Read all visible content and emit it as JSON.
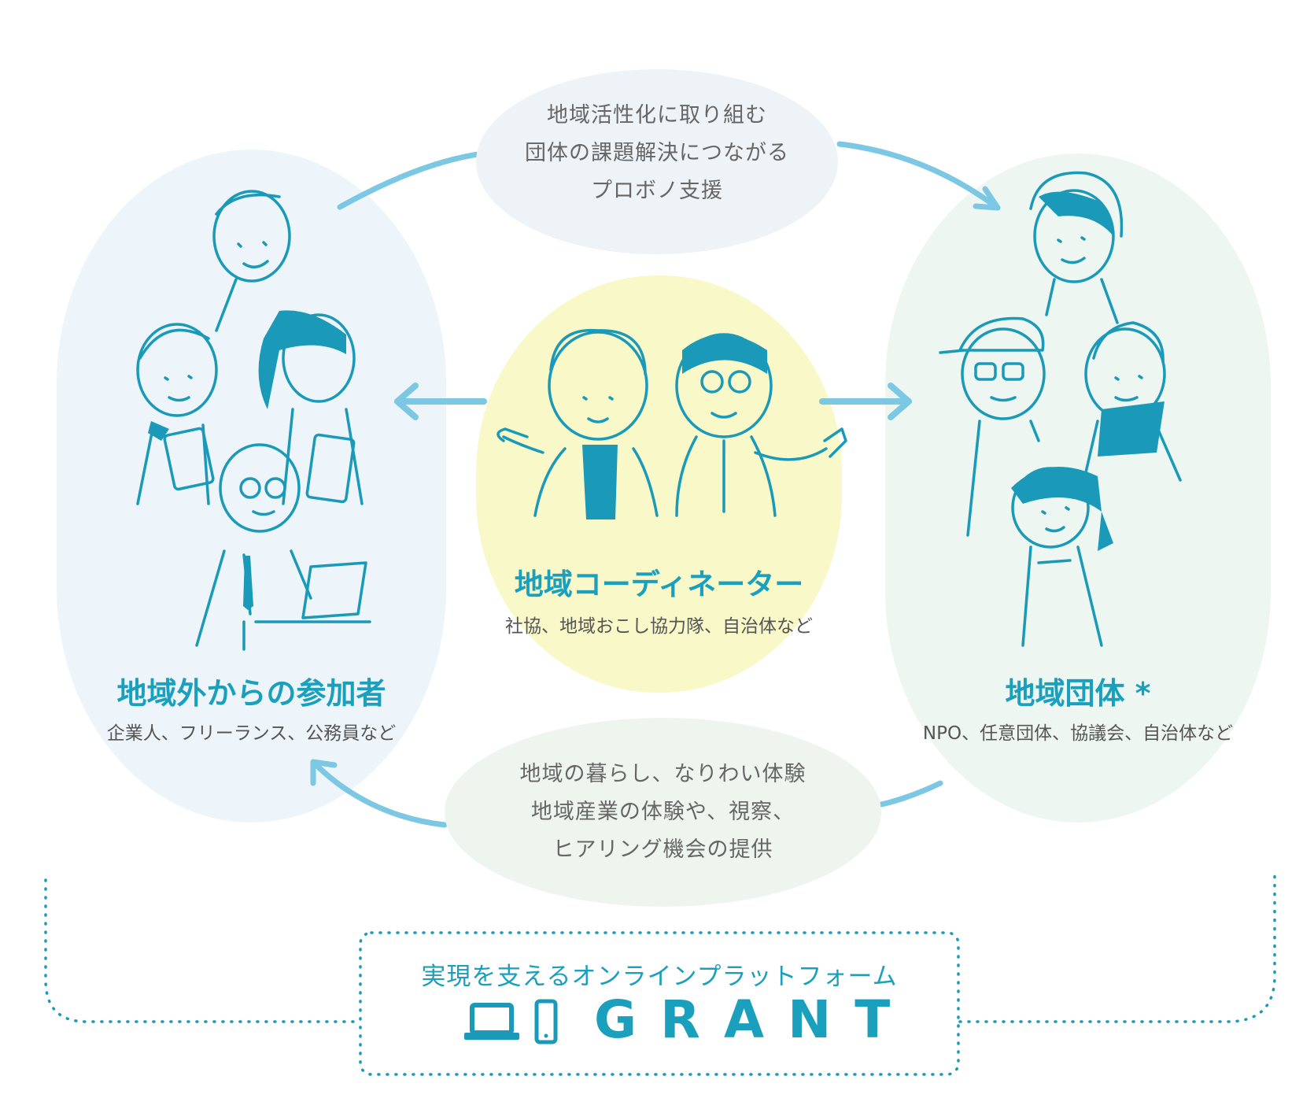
{
  "top_bubble": {
    "lines": [
      "地域活性化に取り組む",
      "団体の課題解決につながる",
      "プロボノ支援"
    ]
  },
  "bottom_bubble": {
    "lines": [
      "地域の暮らし、なりわい体験",
      "地域産業の体験や、視察、",
      "ヒアリング機会の提供"
    ]
  },
  "left_group": {
    "title": "地域外からの参加者",
    "subtitle": "企業人、フリーランス、公務員など"
  },
  "center_group": {
    "title": "地域コーディネーター",
    "subtitle": "社協、地域おこし協力隊、自治体など"
  },
  "right_group": {
    "title": "地域団体 *",
    "subtitle": "NPO、任意団体、協議会、自治体など"
  },
  "platform": {
    "caption": "実現を支えるオンラインプラットフォーム",
    "logo": "GRANT"
  },
  "colors": {
    "accent": "#1aa0bd",
    "arrow": "#7cc7e3",
    "left_bg": "#edf5fa",
    "right_bg": "#edf6f1",
    "center_bg": "#f8f8c8",
    "bubble_top": "#eef3f7",
    "bubble_bottom": "#eef5ef"
  }
}
